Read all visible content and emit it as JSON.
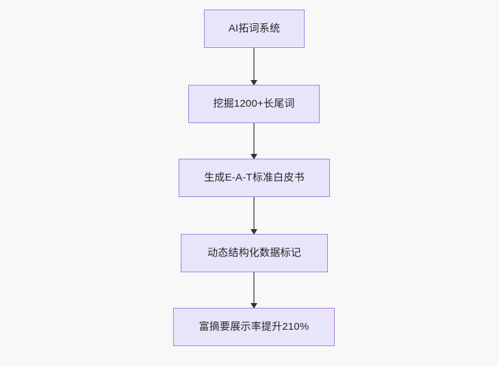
{
  "diagram": {
    "type": "flowchart",
    "orientation": "top-to-bottom",
    "background_color": "#f8f8f8",
    "node_fill_color": "#e8e5fb",
    "node_border_color": "#a77fdb",
    "node_text_color": "#262626",
    "edge_color": "#7d7d7d",
    "arrowhead_color": "#333333",
    "nodes": [
      {
        "id": "n1",
        "label": "AI拓词系统"
      },
      {
        "id": "n2",
        "label": "挖掘1200+长尾词"
      },
      {
        "id": "n3",
        "label": "生成E-A-T标准白皮书"
      },
      {
        "id": "n4",
        "label": "动态结构化数据标记"
      },
      {
        "id": "n5",
        "label": "富摘要展示率提升210%"
      }
    ],
    "edges": [
      {
        "from": "n1",
        "to": "n2",
        "arrow": "arrow-down-icon"
      },
      {
        "from": "n2",
        "to": "n3",
        "arrow": "arrow-down-icon"
      },
      {
        "from": "n3",
        "to": "n4",
        "arrow": "arrow-down-icon"
      },
      {
        "from": "n4",
        "to": "n5",
        "arrow": "arrow-down-icon"
      }
    ]
  }
}
